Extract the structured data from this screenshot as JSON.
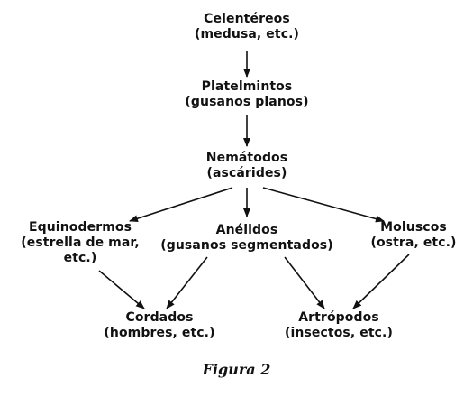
{
  "nodes": {
    "celentereos": {
      "line1": "Celentéreos",
      "line2": "(medusa, etc.)"
    },
    "platelmintos": {
      "line1": "Platelmintos",
      "line2": "(gusanos planos)"
    },
    "nematodos": {
      "line1": "Nemátodos",
      "line2": "(ascárides)"
    },
    "equinodermos": {
      "line1": "Equinodermos",
      "line2": "(estrella de mar,",
      "line3": "etc.)"
    },
    "anelidos": {
      "line1": "Anélidos",
      "line2": "(gusanos segmentados)"
    },
    "moluscos": {
      "line1": "Moluscos",
      "line2": "(ostra, etc.)"
    },
    "cordados": {
      "line1": "Cordados",
      "line2": "(hombres, etc.)"
    },
    "artropodos": {
      "line1": "Artrópodos",
      "line2": "(insectos, etc.)"
    }
  },
  "caption": "Figura 2",
  "colors": {
    "ink": "#111111",
    "background": "#ffffff"
  }
}
